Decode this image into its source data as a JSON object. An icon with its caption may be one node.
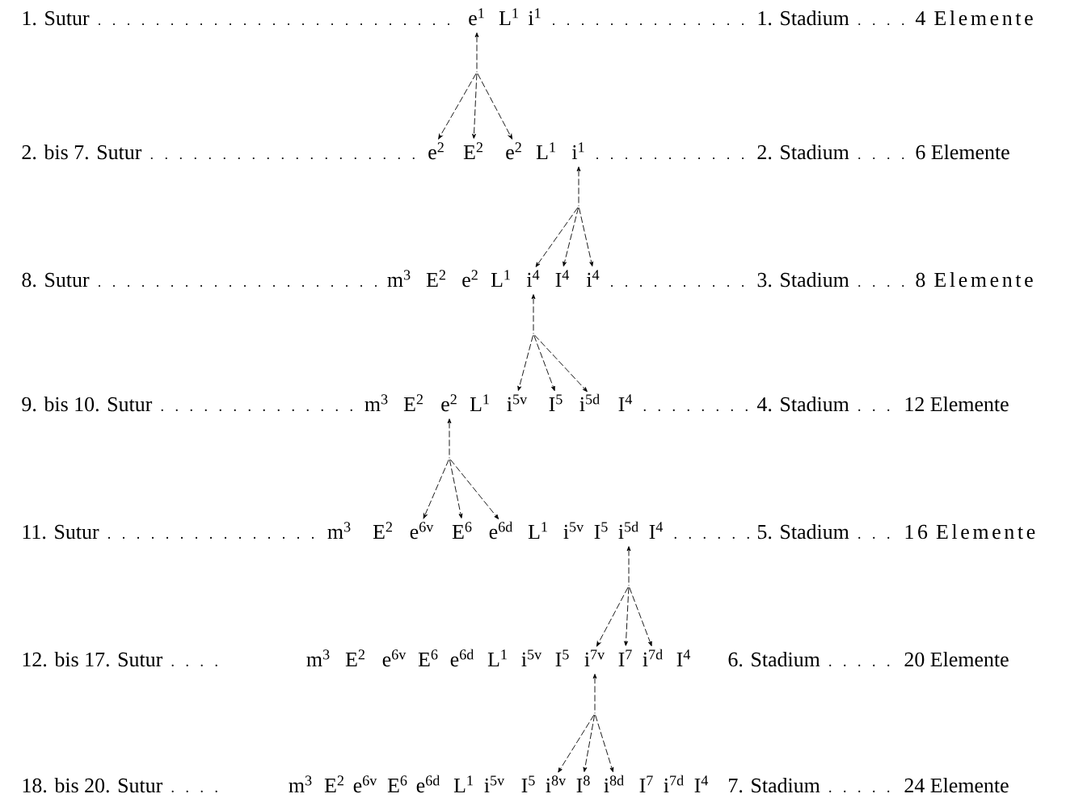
{
  "diagram": {
    "nodes": [
      {
        "text": [
          "e$^{1}$"
        ]
      },
      {
        "text": [
          "L$^{1}$"
        ]
      },
      {
        "text": [
          "i$^{1}$"
        ]
      },
      {
        "text": [
          "e$^{2}$"
        ]
      },
      {
        "text": [
          "E$^{2}$"
        ]
      },
      {
        "text": [
          "e$^{2}$"
        ]
      },
      {
        "text": [
          "L$^{1}$"
        ]
      },
      {
        "text": [
          "i$^{1}$"
        ]
      },
      {
        "text": [
          "m$^{3}$"
        ]
      },
      {
        "text": [
          "E$^{2}$"
        ]
      },
      {
        "text": [
          "e$^{2}$"
        ]
      },
      {
        "text": [
          "L$^{1}$"
        ]
      },
      {
        "text": [
          "i$^{4}$"
        ]
      },
      {
        "text": [
          "I$^{4}$"
        ]
      },
      {
        "text": [
          "i$^{4}$"
        ]
      },
      {
        "text": [
          "m$^{3}$"
        ]
      },
      {
        "text": [
          "E$^{2}$"
        ]
      },
      {
        "text": [
          "e$^{2}$"
        ]
      },
      {
        "text": [
          "L$^{1}$"
        ]
      },
      {
        "text": [
          "i$^{5v}$"
        ]
      },
      {
        "text": [
          "I$^{5}$"
        ]
      },
      {
        "text": [
          "i$^{5d}$"
        ]
      },
      {
        "text": [
          "I$^{4}$"
        ]
      },
      {
        "text": [
          "m$^{3}$"
        ]
      },
      {
        "text": [
          "E$^{2}$"
        ]
      },
      {
        "text": [
          "e$^{6v}$"
        ]
      },
      {
        "text": [
          "E$^{6}$"
        ]
      },
      {
        "text": [
          "e$^{6d}$"
        ]
      },
      {
        "text": [
          "L$^{1}$"
        ]
      },
      {
        "text": [
          "i$^{5v}$"
        ]
      },
      {
        "text": [
          "I$^{5}$"
        ]
      },
      {
        "text": [
          "i$^{5d}$"
        ]
      },
      {
        "text": [
          "I$^{4}$"
        ]
      },
      {
        "text": [
          "m$^{3}$"
        ]
      },
      {
        "text": [
          "E$^{2}$"
        ]
      },
      {
        "text": [
          "e$^{6v}$"
        ]
      },
      {
        "text": [
          "E$^{6}$"
        ]
      },
      {
        "text": [
          "e$^{6d}$"
        ]
      },
      {
        "text": [
          "L$^{1}$"
        ]
      },
      {
        "text": [
          "i$^{5v}$"
        ]
      },
      {
        "text": [
          "I$^{5}$"
        ]
      },
      {
        "text": [
          "i$^{7v}$"
        ]
      },
      {
        "text": [
          "I$^{7}$"
        ]
      },
      {
        "text": [
          "i$^{7d}$"
        ]
      },
      {
        "text": [
          "I$^{4}$"
        ]
      },
      {
        "text": [
          "m$^{3}$"
        ]
      },
      {
        "text": [
          "E$^{2}$"
        ]
      },
      {
        "text": [
          "e$^{6v}$"
        ]
      },
      {
        "text": [
          "E$^{6}$"
        ]
      },
      {
        "text": [
          "e$^{6d}$"
        ]
      },
      {
        "text": [
          "L$^{1}$"
        ]
      },
      {
        "text": [
          "i$^{5v}$"
        ]
      },
      {
        "text": [
          "I$^{5}$"
        ]
      },
      {
        "text": [
          "i$^{8v}$"
        ]
      },
      {
        "text": [
          "I$^{8}$"
        ]
      },
      {
        "text": [
          "i$^{8d}$"
        ]
      },
      {
        "text": [
          "I$^{7}$"
        ]
      },
      {
        "text": [
          "i$^{7d}$"
        ]
      },
      {
        "text": [
          "I$^{4}$"
        ]
      }
    ],
    "edges": [
      {
        "from": 0,
        "to": 3,
        "arrow": "both"
      },
      {
        "from": 0,
        "to": 4,
        "arrow": "both"
      },
      {
        "from": 0,
        "to": 5,
        "arrow": "both"
      },
      {
        "from": 7,
        "to": 12,
        "arrow": "both"
      },
      {
        "from": 7,
        "to": 13,
        "arrow": "both"
      },
      {
        "from": 7,
        "to": 14,
        "arrow": "both"
      },
      {
        "from": 12,
        "to": 19,
        "arrow": "both"
      },
      {
        "from": 12,
        "to": 20,
        "arrow": "both"
      },
      {
        "from": 12,
        "to": 21,
        "arrow": "both"
      },
      {
        "from": 17,
        "to": 25,
        "arrow": "both"
      },
      {
        "from": 17,
        "to": 26,
        "arrow": "both"
      },
      {
        "from": 17,
        "to": 27,
        "arrow": "both"
      },
      {
        "from": 31,
        "to": 41,
        "arrow": "both"
      },
      {
        "from": 31,
        "to": 42,
        "arrow": "both"
      },
      {
        "from": 31,
        "to": 43,
        "arrow": "both"
      },
      {
        "from": 41,
        "to": 53,
        "arrow": "both"
      },
      {
        "from": 41,
        "to": 54,
        "arrow": "both"
      },
      {
        "from": 41,
        "to": 55,
        "arrow": "both"
      }
    ],
    "labels": [
      "1. Sutur",
      "1. Stadium",
      "4 Elemente",
      "2. bis 7. Sutur",
      "2. Stadium",
      "6 Elemente",
      "8. Sutur",
      "3. Stadium",
      "8 Elemente",
      "9. bis 10. Sutur",
      "4. Stadium",
      "12 Elemente",
      "11. Sutur",
      "5. Stadium",
      "16 Elemente",
      "12. bis 17. Sutur",
      "6. Stadium",
      "20 Elemente",
      "18. bis 20. Sutur",
      "7. Stadium",
      "24 Elemente"
    ]
  }
}
